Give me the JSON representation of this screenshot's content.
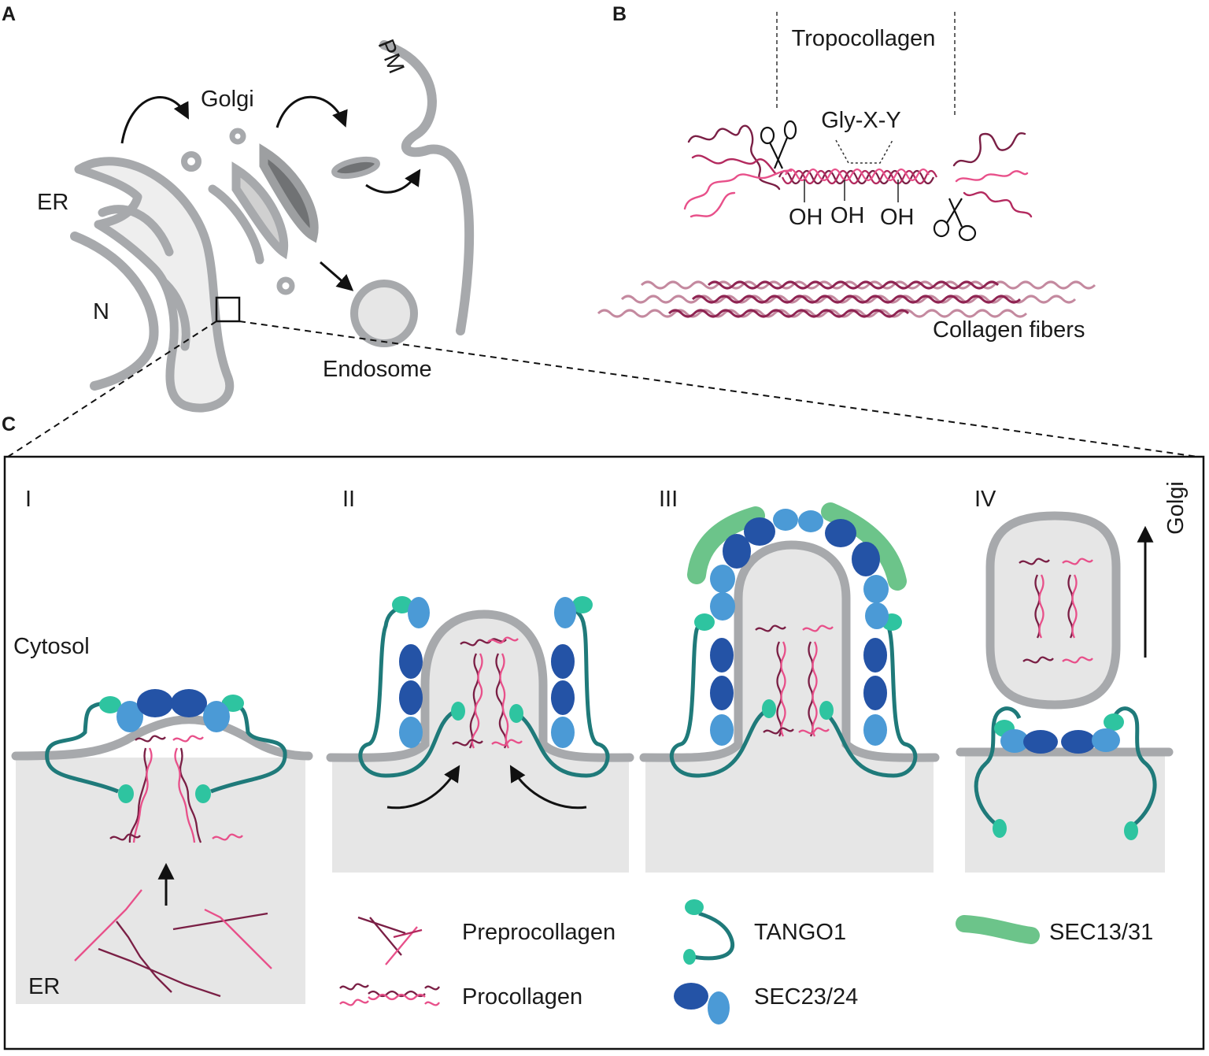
{
  "panels": {
    "a": "A",
    "b": "B",
    "c": "C"
  },
  "panel_a": {
    "pm": "PM",
    "golgi": "Golgi",
    "er": "ER",
    "nucleus": "N",
    "endosome": "Endosome"
  },
  "panel_b": {
    "tropocollagen": "Tropocollagen",
    "gly_x_y": "Gly-X-Y",
    "oh_labels": [
      "OH",
      "OH",
      "OH"
    ],
    "collagen_fibers": "Collagen fibers"
  },
  "panel_c": {
    "stages": [
      "I",
      "II",
      "III",
      "IV"
    ],
    "cytosol": "Cytosol",
    "er": "ER",
    "golgi_direction": "Golgi"
  },
  "legend": {
    "preprocollagen": "Preprocollagen",
    "procollagen": "Procollagen",
    "tango1": "TANGO1",
    "sec23_24": "SEC23/24",
    "sec13_31": "SEC13/31"
  },
  "colors": {
    "membrane": "#a7a9ac",
    "lumen": "#e6e6e6",
    "tango1": "#1f7a7a",
    "tango1_head": "#2ec4a0",
    "sec23": "#2453a6",
    "sec24": "#4b9ad6",
    "sec13_31": "#6cc48a",
    "collagen_dark": "#7a1f45",
    "collagen_pink": "#e8508a"
  }
}
